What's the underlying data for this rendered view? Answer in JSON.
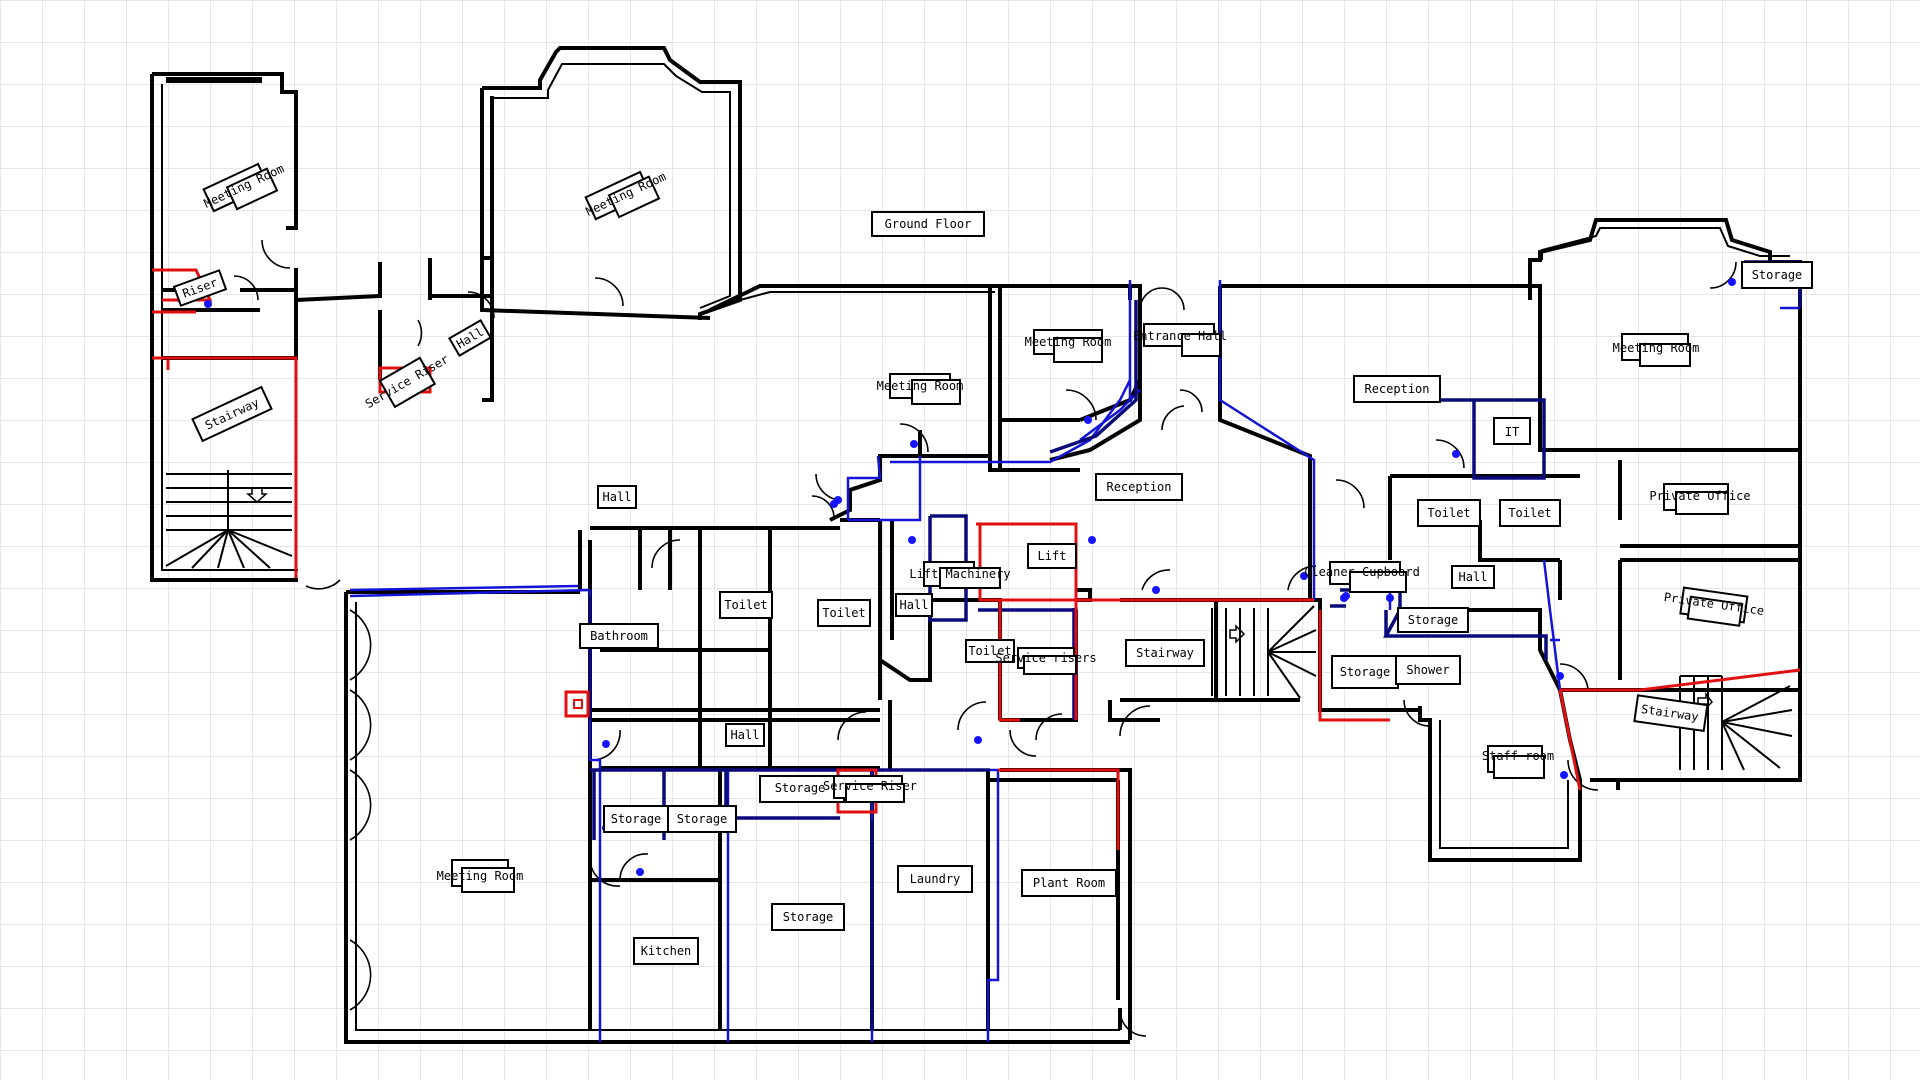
{
  "floor_title": "Ground Floor",
  "colors": {
    "grid": "#e6e6e6",
    "wall": "#000000",
    "red_line": "#e01010",
    "blue_line": "#1414d8",
    "navy_line": "#0a0a7a",
    "marker": "#1414ff"
  },
  "rooms": {
    "meeting_room_1": "Meeting Room",
    "meeting_room_2": "Meeting Room",
    "meeting_room_3": "Meeting Room",
    "meeting_room_4": "Meeting Room",
    "meeting_room_5": "Meeting Room",
    "meeting_room_6": "Meeting Room",
    "riser_1": "Riser",
    "service_riser_1": "Service Riser",
    "hall_1": "Hall",
    "stairway_1": "Stairway",
    "hall_2": "Hall",
    "entrance_hall": "Entrance Hall",
    "reception_1": "Reception",
    "reception_2": "Reception",
    "storage_1": "Storage",
    "it": "IT",
    "toilet_1": "Toilet",
    "toilet_2": "Toilet",
    "private_office_1": "Private Office",
    "private_office_2": "Private Office",
    "hall_3": "Hall",
    "cleaner_cupboard": "Cleaner Cupboard",
    "storage_2": "Storage",
    "storage_3": "Storage",
    "shower": "Shower",
    "stairway_2": "Stairway",
    "staff_room": "Staff room",
    "toilet_3": "Toilet",
    "toilet_4": "Toilet",
    "bathroom": "Bathroom",
    "lift_machinery": "Lift Machinery",
    "lift": "Lift",
    "hall_4": "Hall",
    "toilet_5": "Toilet",
    "service_risers": "Service risers",
    "stairway_3": "Stairway",
    "hall_5": "Hall",
    "storage_4": "Storage",
    "service_riser_2": "Service Riser",
    "storage_5": "Storage",
    "storage_6": "Storage",
    "storage_7": "Storage",
    "laundry": "Laundry",
    "plant_room": "Plant Room",
    "kitchen": "Kitchen"
  }
}
